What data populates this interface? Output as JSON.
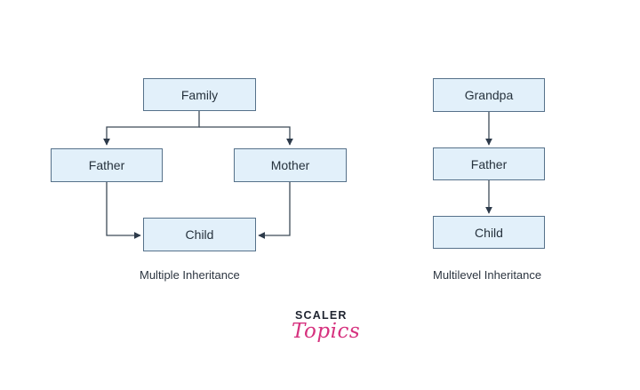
{
  "multiple_inheritance": {
    "nodes": {
      "family": "Family",
      "father": "Father",
      "mother": "Mother",
      "child": "Child"
    },
    "caption": "Multiple Inheritance"
  },
  "multilevel_inheritance": {
    "nodes": {
      "grandpa": "Grandpa",
      "father": "Father",
      "child": "Child"
    },
    "caption": "Multilevel Inheritance"
  },
  "logo": {
    "top": "SCALER",
    "script": "Topics"
  },
  "colors": {
    "box_fill": "#e2f0fa",
    "box_border": "#56718a",
    "connector": "#3d4a57",
    "logo_accent": "#d6317e"
  }
}
